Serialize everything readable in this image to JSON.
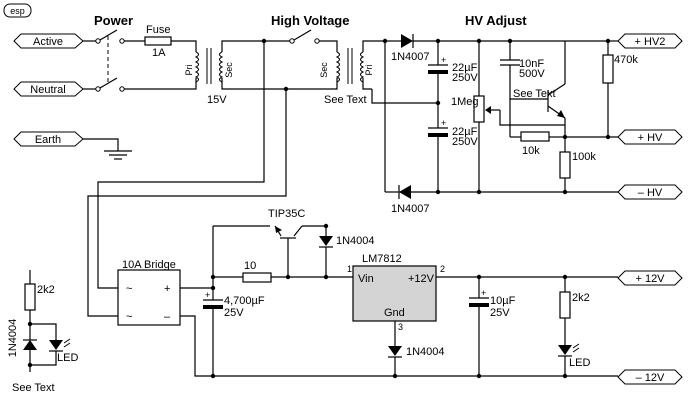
{
  "badge": "esp",
  "sections": {
    "power": "Power",
    "high_voltage": "High Voltage",
    "hv_adjust": "HV Adjust"
  },
  "terminals": {
    "active": "Active",
    "neutral": "Neutral",
    "earth": "Earth",
    "hv2": "+ HV2",
    "hv_pos": "+ HV",
    "hv_neg": "– HV",
    "p12": "+ 12V",
    "n12": "– 12V"
  },
  "labels": {
    "fuse": "Fuse",
    "fuse_rating": "1A",
    "t1_pri": "Pri",
    "t1_sec": "Sec",
    "t1_volts": "15V",
    "t2_sec": "Sec",
    "t2_pri": "Pri",
    "t2_note": "See Text",
    "d_hv_top": "1N4007",
    "d_hv_bot": "1N4007",
    "c1_val": "22µF",
    "c1_v": "250V",
    "c2_val": "22µF",
    "c2_v": "250V",
    "pot": "1Meg",
    "c3_val": "10nF",
    "c3_v": "500V",
    "q_note": "See Text",
    "r470k": "470k",
    "r10k": "10k",
    "r100k": "100k",
    "tip35c": "TIP35C",
    "d_tip": "1N4004",
    "bridge": "10A Bridge",
    "bridge_ac1": "~",
    "bridge_ac2": "~",
    "bridge_pos": "+",
    "bridge_neg": "–",
    "r10": "10",
    "c_main_val": "4,700µF",
    "c_main_v": "25V",
    "reg_name": "LM7812",
    "reg_in": "Vin",
    "reg_out": "+12V",
    "reg_gnd": "Gnd",
    "pin1": "1",
    "pin2": "2",
    "pin3": "3",
    "d_gnd": "1N4004",
    "c_out_val": "10µF",
    "c_out_v": "25V",
    "r_led": "2k2",
    "led": "LED",
    "side_r": "2k2",
    "side_d": "1N4004",
    "side_led": "LED",
    "side_note": "See Text"
  }
}
